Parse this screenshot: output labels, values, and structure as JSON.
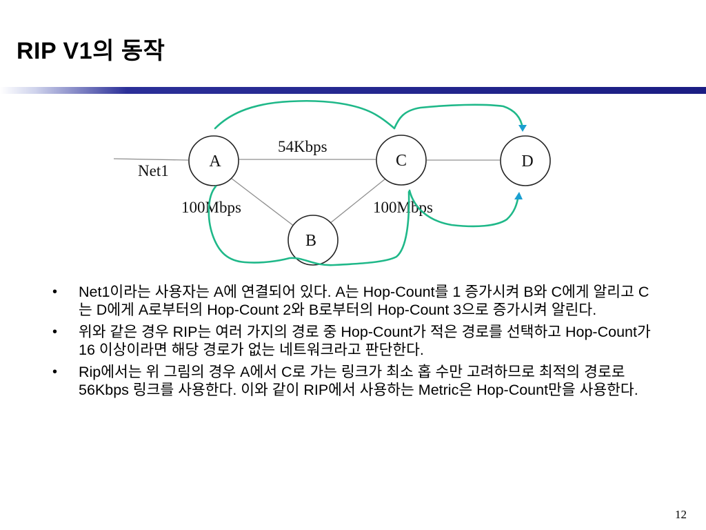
{
  "slide": {
    "title": "RIP V1의 동작",
    "page_number": "12"
  },
  "diagram": {
    "nodes": [
      {
        "id": "A",
        "label": "A"
      },
      {
        "id": "B",
        "label": "B"
      },
      {
        "id": "C",
        "label": "C"
      },
      {
        "id": "D",
        "label": "D"
      }
    ],
    "labels": {
      "net1": "Net1",
      "link_ac": "54Kbps",
      "link_ab": "100Mbps",
      "link_bc": "100Mbps"
    },
    "colors": {
      "annotation": "#1fb889",
      "arrowhead": "#1a9fd0",
      "edge": "#9a9a9a",
      "node_border": "#222222",
      "title_rule": "#1b1d83"
    }
  },
  "bullets": [
    "Net1이라는 사용자는 A에 연결되어 있다. A는 Hop-Count를 1 증가시켜 B와 C에게 알리고 C는 D에게 A로부터의 Hop-Count 2와 B로부터의 Hop-Count 3으로 증가시켜 알린다.",
    "위와 같은 경우 RIP는 여러 가지의 경로 중 Hop-Count가 적은 경로를 선택하고 Hop-Count가 16 이상이라면 해당 경로가 없는 네트워크라고 판단한다.",
    "Rip에서는 위 그림의 경우 A에서 C로 가는 링크가 최소 홉 수만 고려하므로 최적의 경로로 56Kbps 링크를 사용한다. 이와 같이 RIP에서 사용하는 Metric은 Hop-Count만을 사용한다."
  ]
}
